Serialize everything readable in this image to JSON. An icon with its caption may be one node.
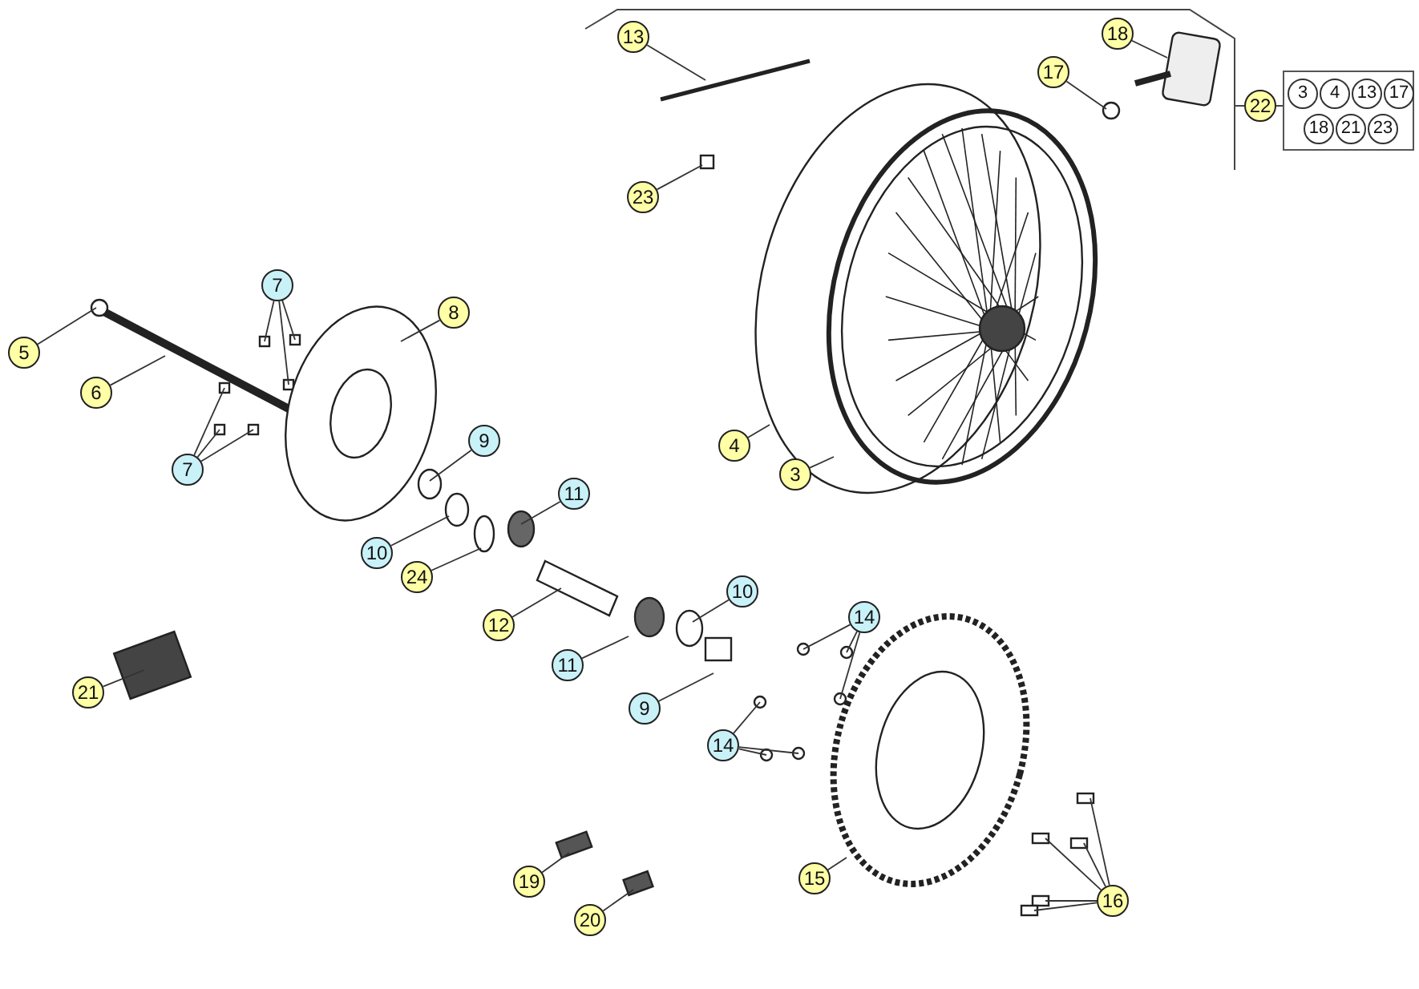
{
  "diagram": {
    "nodes": [
      {
        "text": [
          "13"
        ]
      },
      {
        "text": [
          "18"
        ]
      },
      {
        "text": [
          "17"
        ]
      },
      {
        "text": [
          "22"
        ]
      },
      {
        "text": [
          "23"
        ]
      },
      {
        "text": [
          "7"
        ]
      },
      {
        "text": [
          "8"
        ]
      },
      {
        "text": [
          "5"
        ]
      },
      {
        "text": [
          "6"
        ]
      },
      {
        "text": [
          "9"
        ]
      },
      {
        "text": [
          "7"
        ]
      },
      {
        "text": [
          "11"
        ]
      },
      {
        "text": [
          "4"
        ]
      },
      {
        "text": [
          "3"
        ]
      },
      {
        "text": [
          "10"
        ]
      },
      {
        "text": [
          "24"
        ]
      },
      {
        "text": [
          "12"
        ]
      },
      {
        "text": [
          "10"
        ]
      },
      {
        "text": [
          "14"
        ]
      },
      {
        "text": [
          "11"
        ]
      },
      {
        "text": [
          "21"
        ]
      },
      {
        "text": [
          "9"
        ]
      },
      {
        "text": [
          "14"
        ]
      },
      {
        "text": [
          "15"
        ]
      },
      {
        "text": [
          "16"
        ]
      },
      {
        "text": [
          "19"
        ]
      },
      {
        "text": [
          "20"
        ]
      }
    ],
    "edges": [
      {
        "from": 0,
        "to": null,
        "arrow": "none"
      },
      {
        "from": 1,
        "to": null,
        "arrow": "none"
      },
      {
        "from": 2,
        "to": null,
        "arrow": "none"
      },
      {
        "from": 4,
        "to": null,
        "arrow": "none"
      },
      {
        "from": 5,
        "to": null,
        "arrow": "none"
      },
      {
        "from": 5,
        "to": null,
        "arrow": "none"
      },
      {
        "from": 5,
        "to": null,
        "arrow": "none"
      },
      {
        "from": 6,
        "to": null,
        "arrow": "none"
      },
      {
        "from": 7,
        "to": null,
        "arrow": "none"
      },
      {
        "from": 8,
        "to": null,
        "arrow": "none"
      },
      {
        "from": 9,
        "to": null,
        "arrow": "none"
      },
      {
        "from": 10,
        "to": null,
        "arrow": "none"
      },
      {
        "from": 10,
        "to": null,
        "arrow": "none"
      },
      {
        "from": 10,
        "to": null,
        "arrow": "none"
      },
      {
        "from": 11,
        "to": null,
        "arrow": "none"
      },
      {
        "from": 12,
        "to": null,
        "arrow": "none"
      },
      {
        "from": 13,
        "to": null,
        "arrow": "none"
      },
      {
        "from": 14,
        "to": null,
        "arrow": "none"
      },
      {
        "from": 15,
        "to": null,
        "arrow": "none"
      },
      {
        "from": 16,
        "to": null,
        "arrow": "none"
      },
      {
        "from": 17,
        "to": null,
        "arrow": "none"
      },
      {
        "from": 18,
        "to": null,
        "arrow": "none"
      },
      {
        "from": 18,
        "to": null,
        "arrow": "none"
      },
      {
        "from": 18,
        "to": null,
        "arrow": "none"
      },
      {
        "from": 19,
        "to": null,
        "arrow": "none"
      },
      {
        "from": 20,
        "to": null,
        "arrow": "none"
      },
      {
        "from": 21,
        "to": null,
        "arrow": "none"
      },
      {
        "from": 22,
        "to": null,
        "arrow": "none"
      },
      {
        "from": 22,
        "to": null,
        "arrow": "none"
      },
      {
        "from": 22,
        "to": null,
        "arrow": "none"
      },
      {
        "from": 23,
        "to": null,
        "arrow": "none"
      },
      {
        "from": 24,
        "to": null,
        "arrow": "none"
      },
      {
        "from": 24,
        "to": null,
        "arrow": "none"
      },
      {
        "from": 24,
        "to": null,
        "arrow": "none"
      },
      {
        "from": 24,
        "to": null,
        "arrow": "none"
      },
      {
        "from": 24,
        "to": null,
        "arrow": "none"
      },
      {
        "from": 25,
        "to": null,
        "arrow": "none"
      },
      {
        "from": 26,
        "to": null,
        "arrow": "none"
      }
    ],
    "labels": [
      "3",
      "4",
      "13",
      "17",
      "18",
      "21",
      "23"
    ]
  }
}
